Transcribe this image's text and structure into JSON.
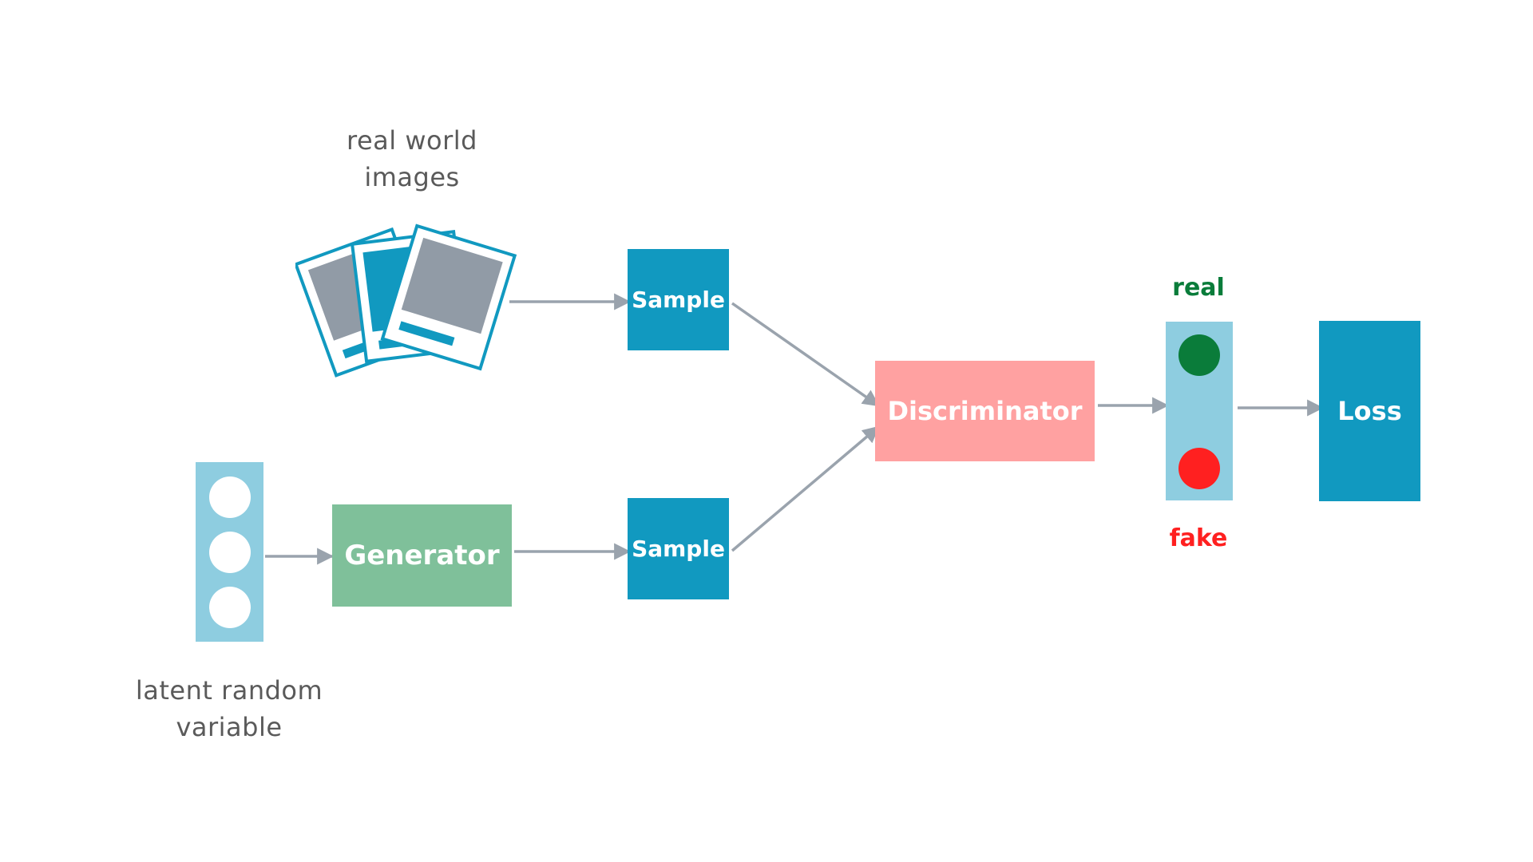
{
  "diagram": {
    "real_images_label": [
      "real world",
      "images"
    ],
    "latent_label": [
      "latent random",
      "variable"
    ],
    "generator": "Generator",
    "sample_top": "Sample",
    "sample_bottom": "Sample",
    "discriminator": "Discriminator",
    "output_real": "real",
    "output_fake": "fake",
    "loss": "Loss"
  },
  "colors": {
    "sample_box": "#1199c0",
    "loss_box": "#1199c0",
    "generator_box": "#7fc09a",
    "discriminator_box": "#ffa1a1",
    "vector_bg": "#8ecde0",
    "real_dot": "#0a7c3a",
    "fake_dot": "#ff2020",
    "arrow": "#9aa3ad",
    "photo_blue": "#1199c0",
    "photo_gray": "#919ba6"
  },
  "icons": {
    "photos": "photo-stack-icon"
  }
}
